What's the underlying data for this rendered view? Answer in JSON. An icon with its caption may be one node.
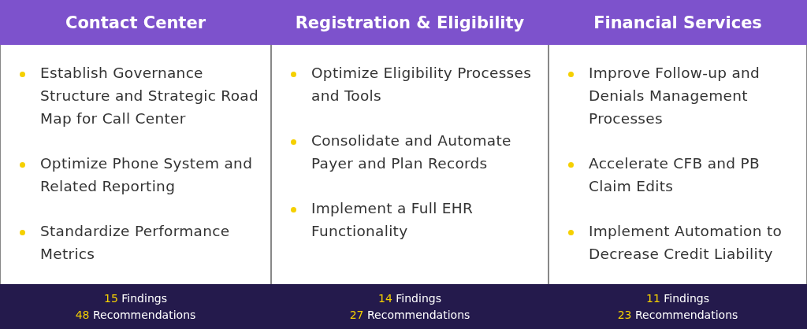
{
  "diagram": {
    "nodes": [
      {
        "text": [
          "Contact Center"
        ]
      },
      {
        "text": [
          "Registration & Eligibility"
        ]
      },
      {
        "text": [
          "Financial Services"
        ]
      },
      {
        "text": [
          "Establish Governance Structure and Strategic Road Map for Call Center",
          "Optimize Phone System and Related Reporting",
          "Standardize Performance Metrics"
        ]
      },
      {
        "text": [
          "Optimize Eligibility Processes and Tools",
          "Consolidate and Automate Payer and Plan Records",
          "Implement a Full EHR Functionality"
        ]
      },
      {
        "text": [
          "Improve Follow-up and Denials Management Processes",
          "Accelerate CFB and PB Claim Edits",
          "Implement Automation to Decrease Credit Liability"
        ]
      },
      {
        "text": [
          "15 Findings",
          "48 Recommendations"
        ]
      },
      {
        "text": [
          "14 Findings",
          "27 Recommendations"
        ]
      },
      {
        "text": [
          "11 Findings",
          "23 Recommendations"
        ]
      }
    ],
    "edges": []
  }
}
